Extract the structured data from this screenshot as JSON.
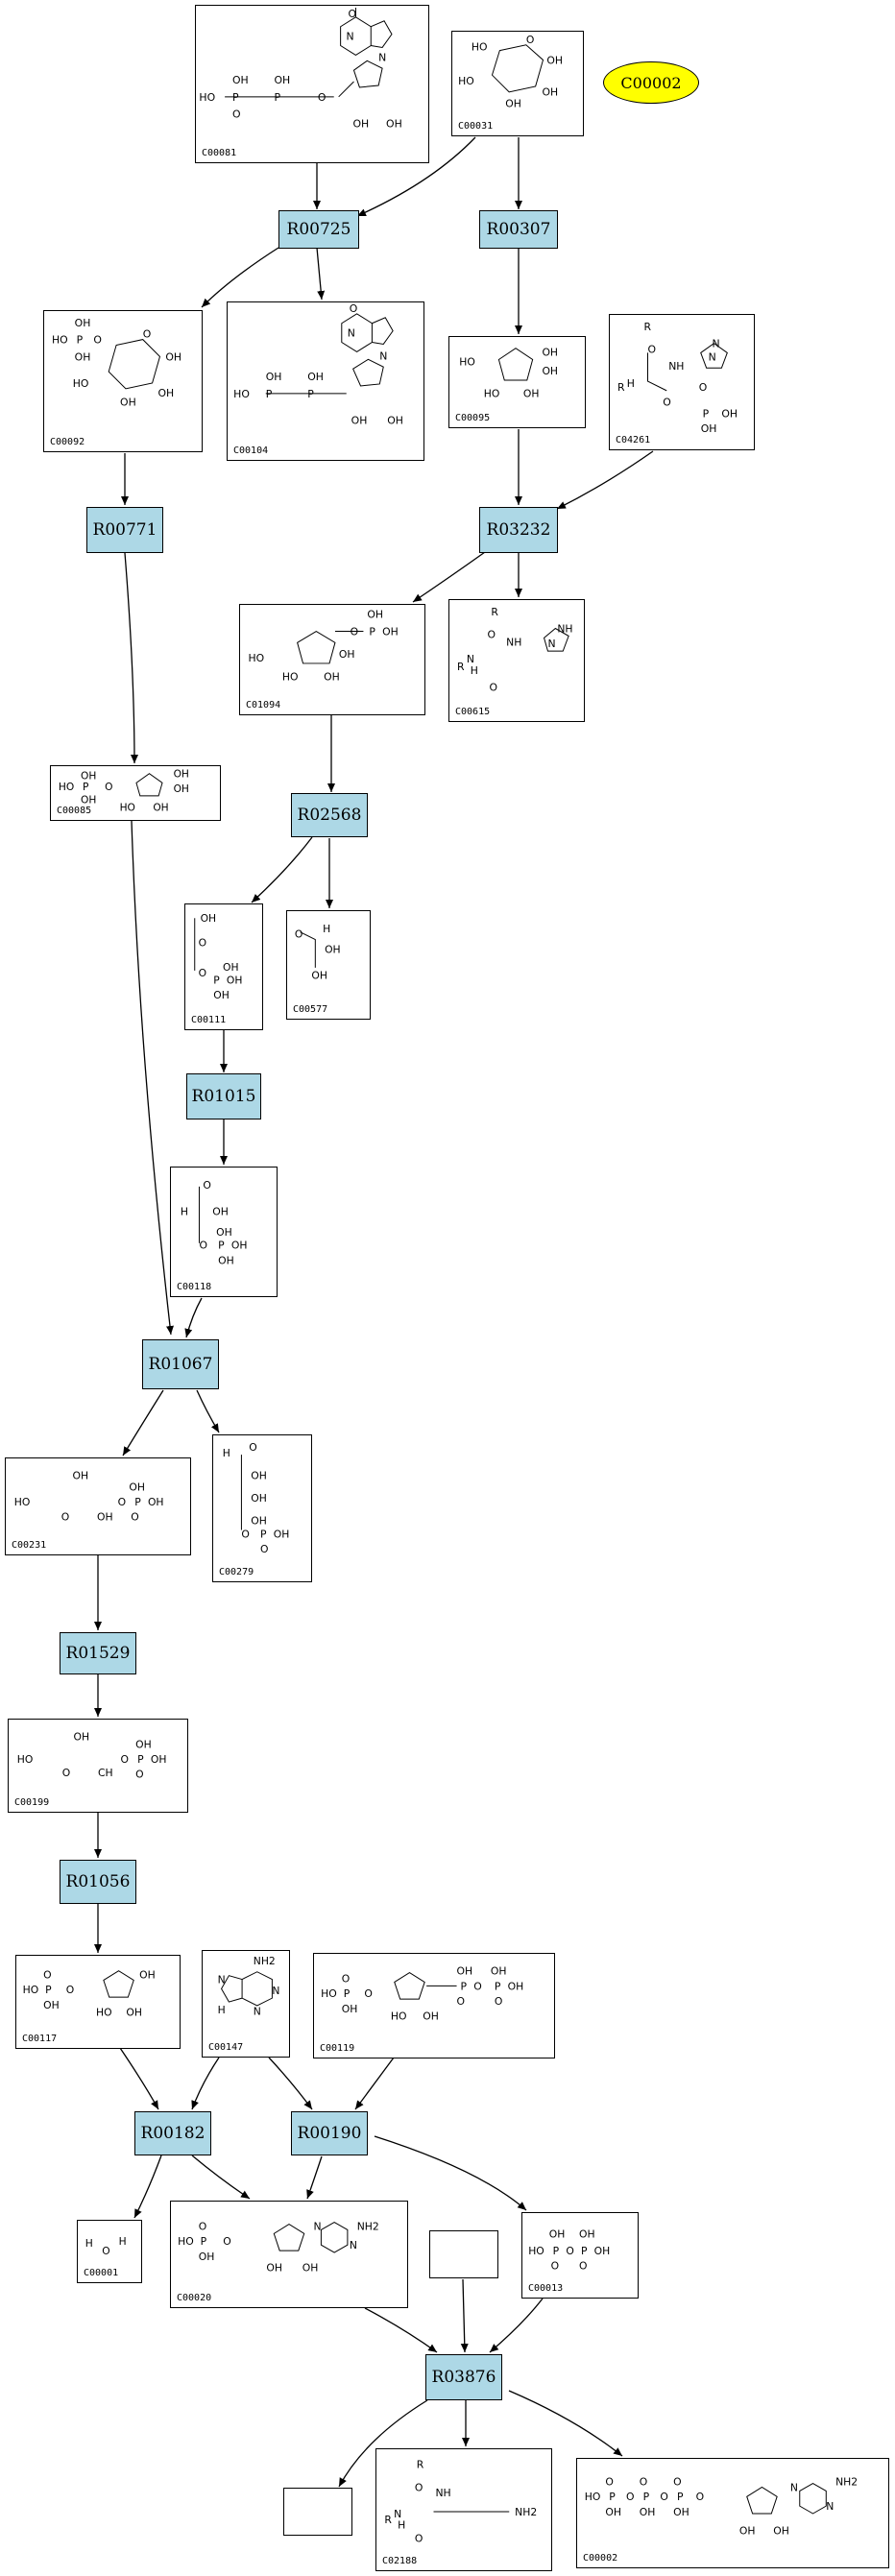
{
  "highlight": {
    "label": "C00002"
  },
  "reactions": {
    "R00725": "R00725",
    "R00307": "R00307",
    "R00771": "R00771",
    "R03232": "R03232",
    "R02568": "R02568",
    "R01015": "R01015",
    "R01067": "R01067",
    "R01529": "R01529",
    "R01056": "R01056",
    "R00182": "R00182",
    "R00190": "R00190",
    "R03876": "R03876"
  },
  "compounds": {
    "C00081": "C00081",
    "C00031": "C00031",
    "C00092": "C00092",
    "C00104": "C00104",
    "C00095": "C00095",
    "C04261": "C04261",
    "C01094": "C01094",
    "C00615": "C00615",
    "C00085": "C00085",
    "C00111": "C00111",
    "C00577": "C00577",
    "C00118": "C00118",
    "C00231": "C00231",
    "C00279": "C00279",
    "C00199": "C00199",
    "C00117": "C00117",
    "C00147": "C00147",
    "C00119": "C00119",
    "C00001": "C00001",
    "C00020": "C00020",
    "C00013": "C00013",
    "C02188": "C02188",
    "C00002": "C00002"
  },
  "atoms": {
    "oh": "OH",
    "ho": "HO",
    "o": "O",
    "p": "P",
    "n": "N",
    "h": "H",
    "nh": "NH",
    "nh2": "NH2",
    "r": "R",
    "ch": "CH",
    "hooh": "OH"
  }
}
